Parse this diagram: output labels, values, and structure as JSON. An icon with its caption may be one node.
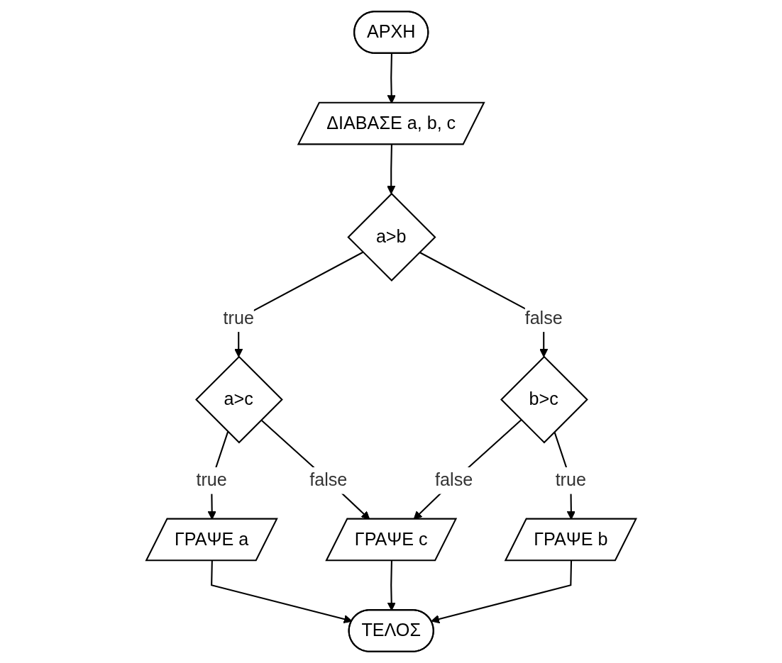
{
  "diagram": {
    "nodes": [
      {
        "text": [
          "ΑΡΧΗ"
        ]
      },
      {
        "text": [
          "ΔΙΑΒΑΣΕ a, b, c"
        ]
      },
      {
        "text": [
          "a>b"
        ]
      },
      {
        "text": [
          "a>c"
        ]
      },
      {
        "text": [
          "b>c"
        ]
      },
      {
        "text": [
          "ΓΡΑΨΕ a"
        ]
      },
      {
        "text": [
          "ΓΡΑΨΕ c"
        ]
      },
      {
        "text": [
          "ΓΡΑΨΕ b"
        ]
      },
      {
        "text": [
          "ΤΕΛΟΣ"
        ]
      }
    ],
    "edges": [
      {
        "from": 0,
        "to": 1,
        "arrow": "to"
      },
      {
        "from": 1,
        "to": 2,
        "arrow": "to"
      },
      {
        "from": 2,
        "to": 3,
        "label": "true",
        "arrow": "to"
      },
      {
        "from": 2,
        "to": 4,
        "label": "false",
        "arrow": "to"
      },
      {
        "from": 3,
        "to": 6,
        "label": "false",
        "arrow": "to"
      },
      {
        "from": 4,
        "to": 6,
        "label": "false",
        "arrow": "to"
      },
      {
        "from": 3,
        "to": 5,
        "label": "true",
        "arrow": "to"
      },
      {
        "from": 4,
        "to": 7,
        "label": "true",
        "arrow": "to"
      },
      {
        "from": 5,
        "to": 8,
        "arrow": "to"
      },
      {
        "from": 6,
        "to": 8,
        "arrow": "to"
      },
      {
        "from": 7,
        "to": 8,
        "arrow": "to"
      }
    ]
  }
}
